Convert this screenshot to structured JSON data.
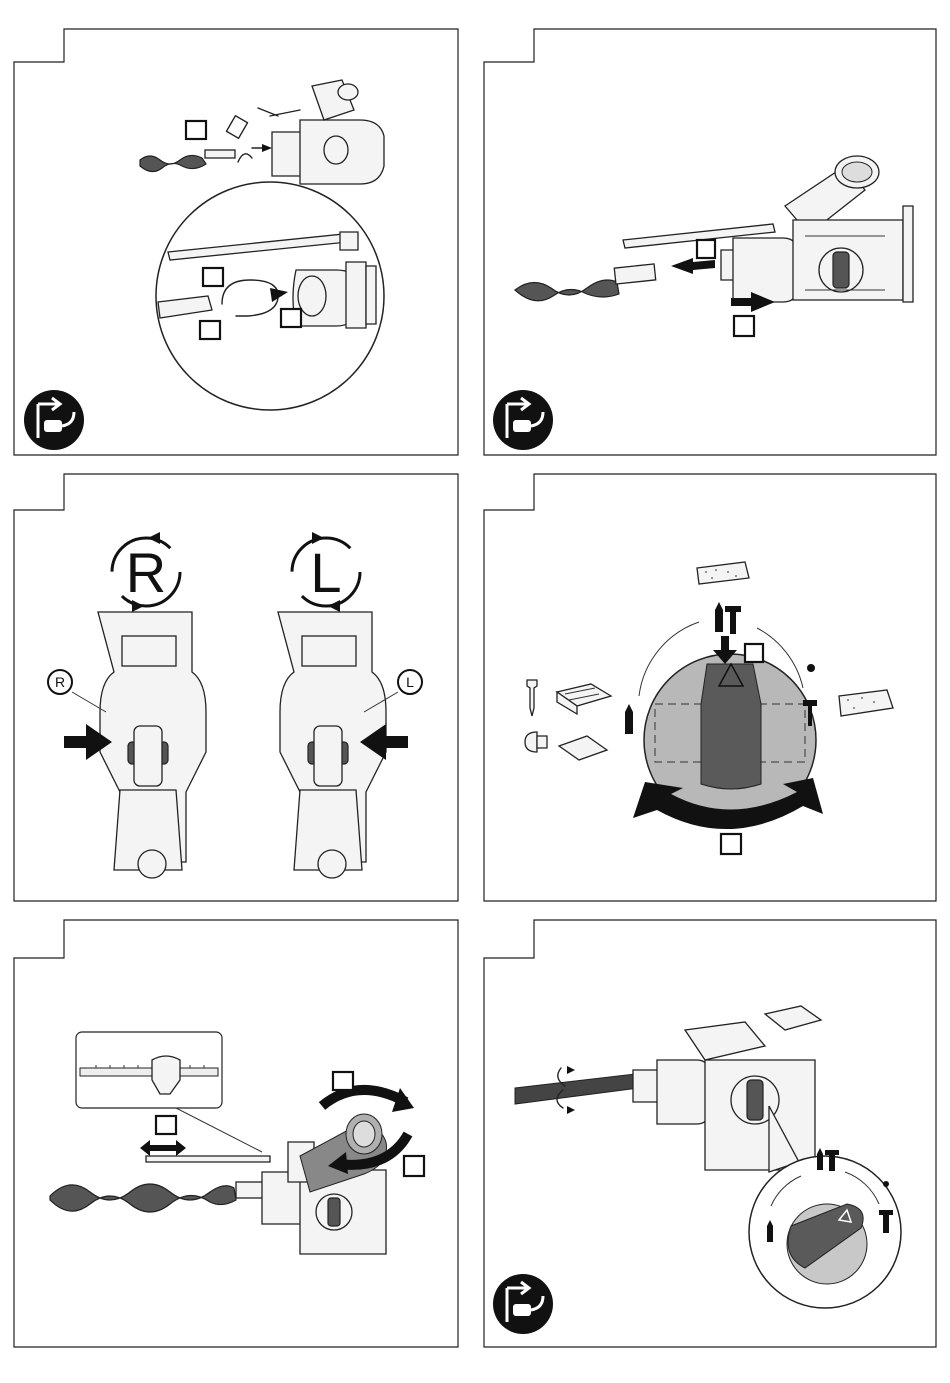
{
  "page": {
    "panels": [
      {
        "id": "panel-insert-bit"
      },
      {
        "id": "panel-remove-bit"
      },
      {
        "id": "panel-rotation-direction"
      },
      {
        "id": "panel-mode-selector"
      },
      {
        "id": "panel-depth-gauge"
      },
      {
        "id": "panel-chisel-position"
      }
    ]
  },
  "rotation": {
    "right_symbol": "R",
    "left_symbol": "L"
  },
  "icons": {
    "unplug": "unplug-power-icon",
    "rotate_right": "rotate-right-icon",
    "rotate_left": "rotate-left-icon",
    "hammer_drill": "hammer-drill-mode-icon",
    "drill": "drill-only-mode-icon",
    "chisel": "chisel-only-mode-icon"
  },
  "colors": {
    "outline": "#222222",
    "chuck_grey": "#9a9a9a",
    "selector_body": "#5a5a5a",
    "selector_disc": "#b8b8b8",
    "background": "#ffffff"
  }
}
